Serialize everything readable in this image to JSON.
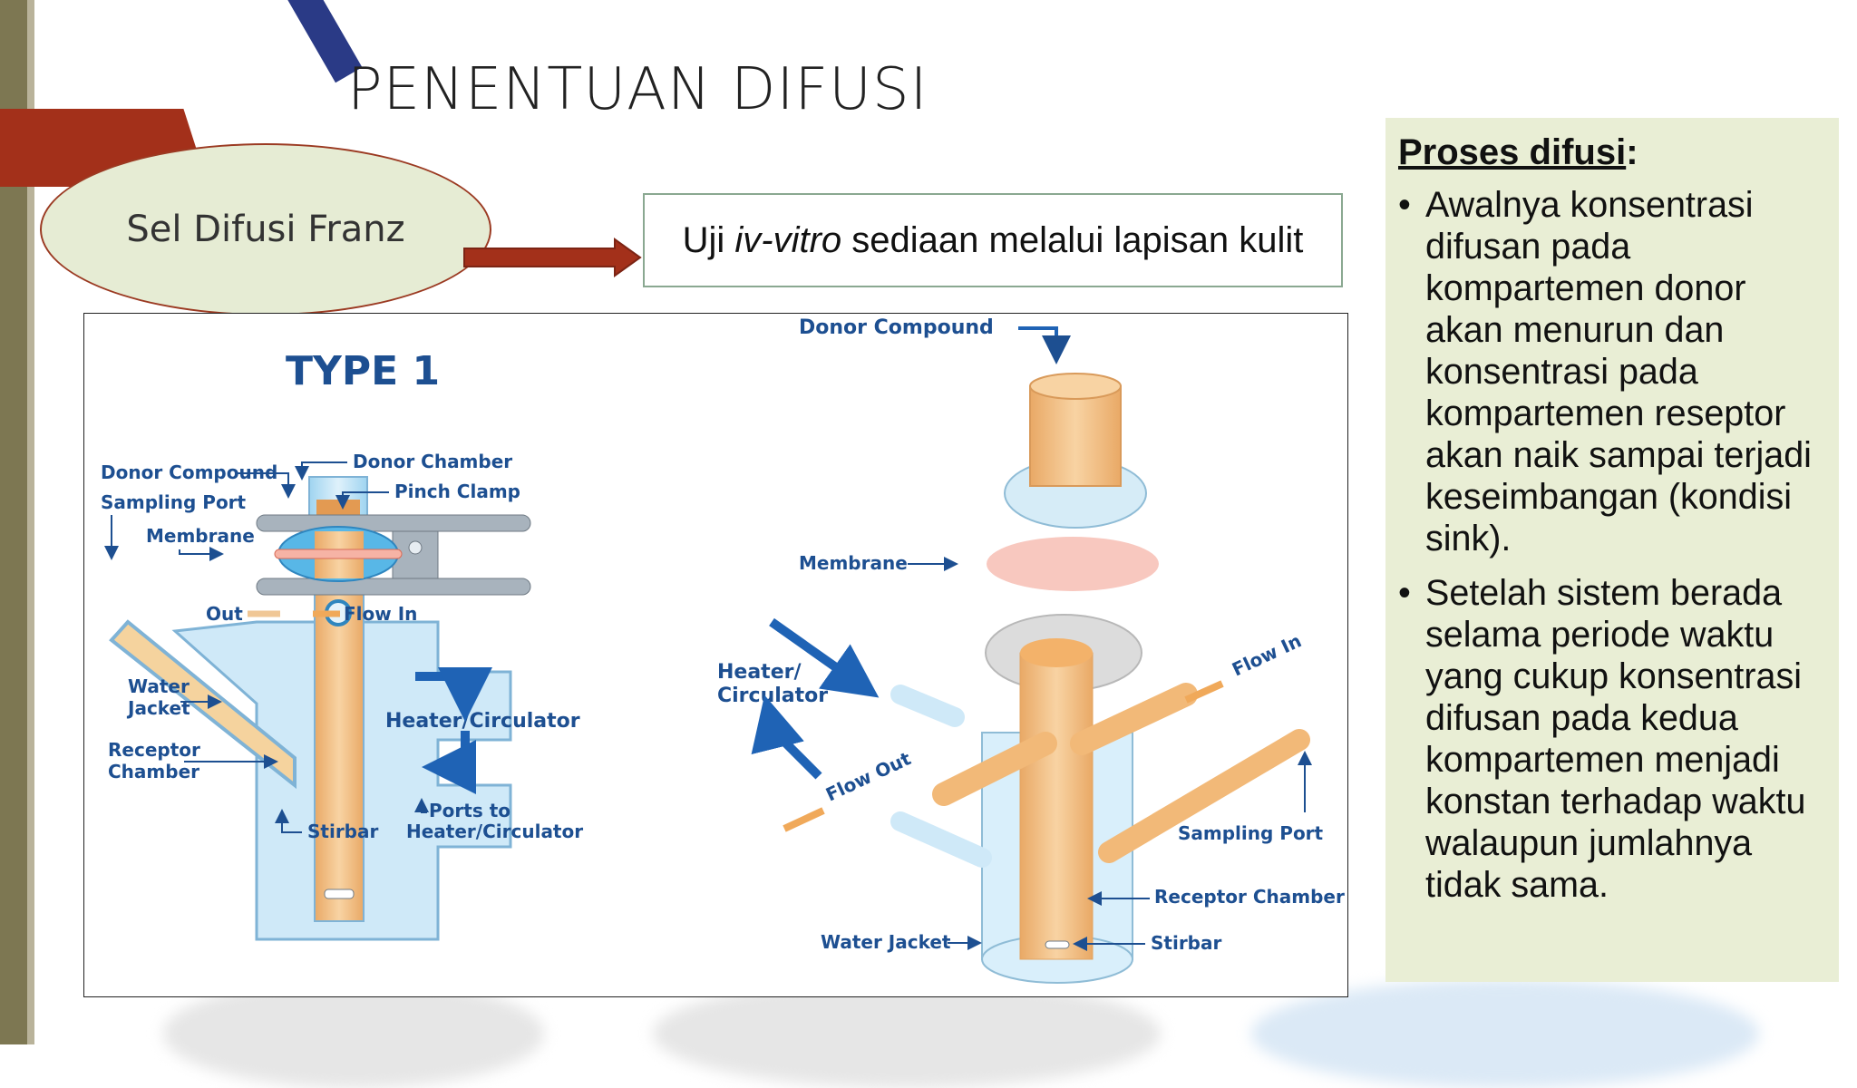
{
  "title": "PENENTUAN DIFUSI",
  "ellipse_label": "Sel Difusi Franz",
  "test_box": {
    "prefix": "Uji ",
    "italic": "iv-vitro",
    "suffix": " sediaan melalui lapisan kulit"
  },
  "diagram": {
    "type_label": "TYPE 1",
    "left_labels": {
      "donor_compound": "Donor Compound",
      "donor_chamber": "Donor Chamber",
      "sampling_port": "Sampling Port",
      "pinch_clamp": "Pinch Clamp",
      "membrane": "Membrane",
      "out": "Out",
      "flow_in": "Flow In",
      "water_jacket_1": "Water",
      "water_jacket_2": "Jacket",
      "receptor_chamber_1": "Receptor",
      "receptor_chamber_2": "Chamber",
      "heater_circulator": "Heater/Circulator",
      "stirbar": "Stirbar",
      "ports_to_1": "Ports to",
      "ports_to_2": "Heater/Circulator"
    },
    "right_labels": {
      "donor_compound": "Donor Compound",
      "membrane": "Membrane",
      "heater_1": "Heater/",
      "heater_2": "Circulator",
      "flow_in": "Flow In",
      "flow_out": "Flow Out",
      "sampling_port": "Sampling Port",
      "receptor_chamber": "Receptor Chamber",
      "water_jacket": "Water Jacket",
      "stirbar": "Stirbar"
    }
  },
  "side_panel": {
    "heading": "Proses difusi",
    "heading_colon": ":",
    "bullets": [
      "Awalnya konsentrasi difusan pada kompartemen donor akan menurun dan konsentrasi pada kompartemen reseptor akan naik sampai terjadi keseimbangan (kondisi sink).",
      "Setelah sistem berada selama periode waktu yang cukup konsentrasi difusan pada kedua kompartemen menjadi konstan terhadap waktu walaupun jumlahnya tidak sama."
    ]
  },
  "colors": {
    "accent_red": "#a3301a",
    "ellipse_fill": "#e6ecd4",
    "panel_fill": "#e9eed5",
    "diagram_blue": "#1d4f91",
    "liquid_orange": "#f2b978"
  }
}
